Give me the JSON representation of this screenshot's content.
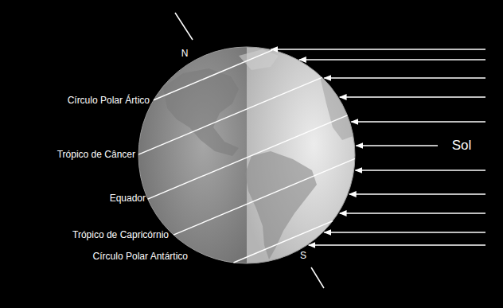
{
  "diagram": {
    "labels": [
      "N",
      "Círculo Polar Ártico",
      "Trópico de Câncer",
      "Equador",
      "Trópico de Capricórnio",
      "Círculo Polar Antártico",
      "S",
      "Sol"
    ]
  }
}
